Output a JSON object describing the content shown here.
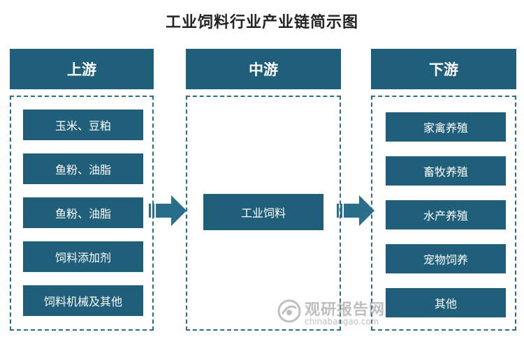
{
  "title": "工业饲料行业产业链简示图",
  "columns": {
    "upstream": {
      "header": "上游",
      "items": [
        "玉米、豆粕",
        "鱼粉、油脂",
        "鱼粉、油脂",
        "饲料添加剂",
        "饲料机械及其他"
      ]
    },
    "midstream": {
      "header": "中游",
      "items": [
        "工业饲料"
      ]
    },
    "downstream": {
      "header": "下游",
      "items": [
        "家禽养殖",
        "畜牧养殖",
        "水产养殖",
        "宠物饲养",
        "其他"
      ]
    }
  },
  "watermark": {
    "name": "观研报告网",
    "url": "chinabaogao.com"
  },
  "colors": {
    "primary": "#1f5f7a",
    "border": "#2b6e8c",
    "arrow": "#2b6e8c"
  }
}
